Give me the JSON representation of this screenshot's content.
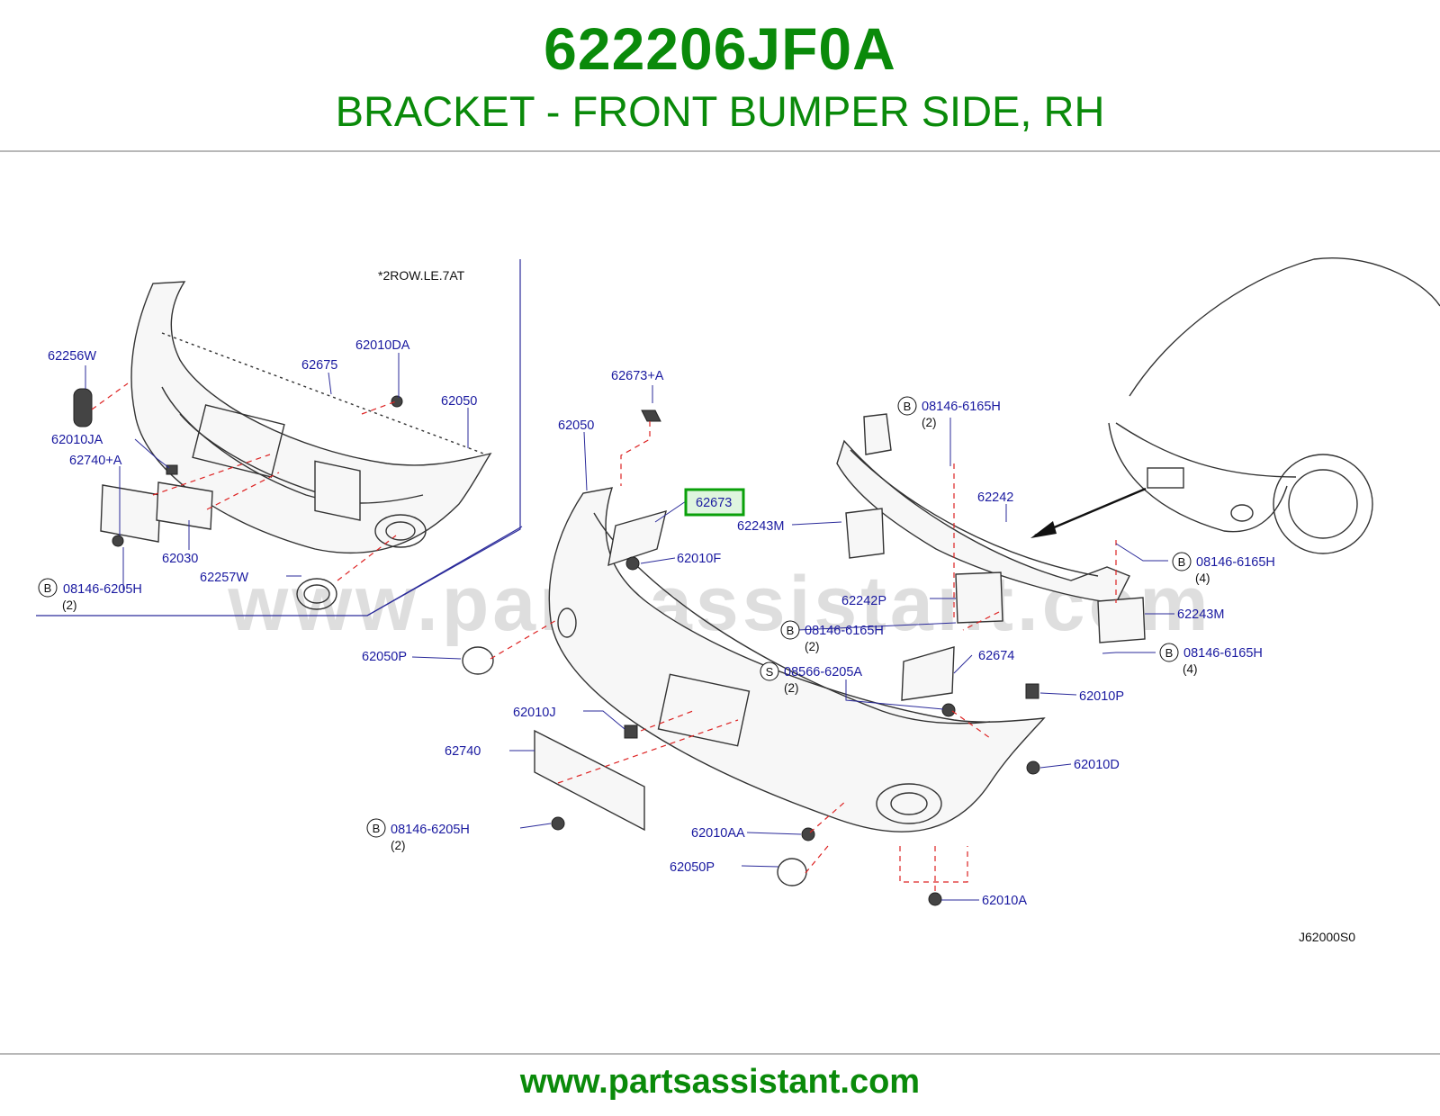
{
  "header": {
    "part_number": "622206JF0A",
    "description": "BRACKET - FRONT BUMPER SIDE, RH"
  },
  "footer": {
    "url": "www.partsassistant.com"
  },
  "watermark": "www.partsassistant.com",
  "diagram": {
    "inset_note": "*2ROW.LE.7AT",
    "diagram_code": "J62000S0",
    "highlighted_part": "62673",
    "callouts": [
      {
        "id": "c1",
        "text": "62256W"
      },
      {
        "id": "c2",
        "text": "62010JA"
      },
      {
        "id": "c3",
        "text": "62740+A"
      },
      {
        "id": "c4",
        "text": "62030"
      },
      {
        "id": "c5",
        "text": "62257W"
      },
      {
        "id": "c6",
        "text": "08146-6205H",
        "prefix": "B",
        "qty": "(2)"
      },
      {
        "id": "c7",
        "text": "62675"
      },
      {
        "id": "c8",
        "text": "62010DA"
      },
      {
        "id": "c9",
        "text": "62050"
      },
      {
        "id": "c10",
        "text": "62673+A"
      },
      {
        "id": "c11",
        "text": "62050"
      },
      {
        "id": "c12",
        "text": "62673"
      },
      {
        "id": "c13",
        "text": "62010F"
      },
      {
        "id": "c14",
        "text": "62050P"
      },
      {
        "id": "c15",
        "text": "62010J"
      },
      {
        "id": "c16",
        "text": "62740"
      },
      {
        "id": "c17",
        "text": "08146-6205H",
        "prefix": "B",
        "qty": "(2)"
      },
      {
        "id": "c18",
        "text": "62010AA"
      },
      {
        "id": "c19",
        "text": "62050P"
      },
      {
        "id": "c20",
        "text": "62010A"
      },
      {
        "id": "c21",
        "text": "08146-6165H",
        "prefix": "B",
        "qty": "(2)"
      },
      {
        "id": "c22",
        "text": "62242"
      },
      {
        "id": "c23",
        "text": "62243M"
      },
      {
        "id": "c24",
        "text": "62242P"
      },
      {
        "id": "c25",
        "text": "08146-6165H",
        "prefix": "B",
        "qty": "(2)"
      },
      {
        "id": "c26",
        "text": "08566-6205A",
        "prefix": "S",
        "qty": "(2)"
      },
      {
        "id": "c27",
        "text": "62674"
      },
      {
        "id": "c28",
        "text": "62010P"
      },
      {
        "id": "c29",
        "text": "62010D"
      },
      {
        "id": "c30",
        "text": "08146-6165H",
        "prefix": "B",
        "qty": "(4)"
      },
      {
        "id": "c31",
        "text": "62243M"
      },
      {
        "id": "c32",
        "text": "08146-6165H",
        "prefix": "B",
        "qty": "(4)"
      }
    ]
  }
}
